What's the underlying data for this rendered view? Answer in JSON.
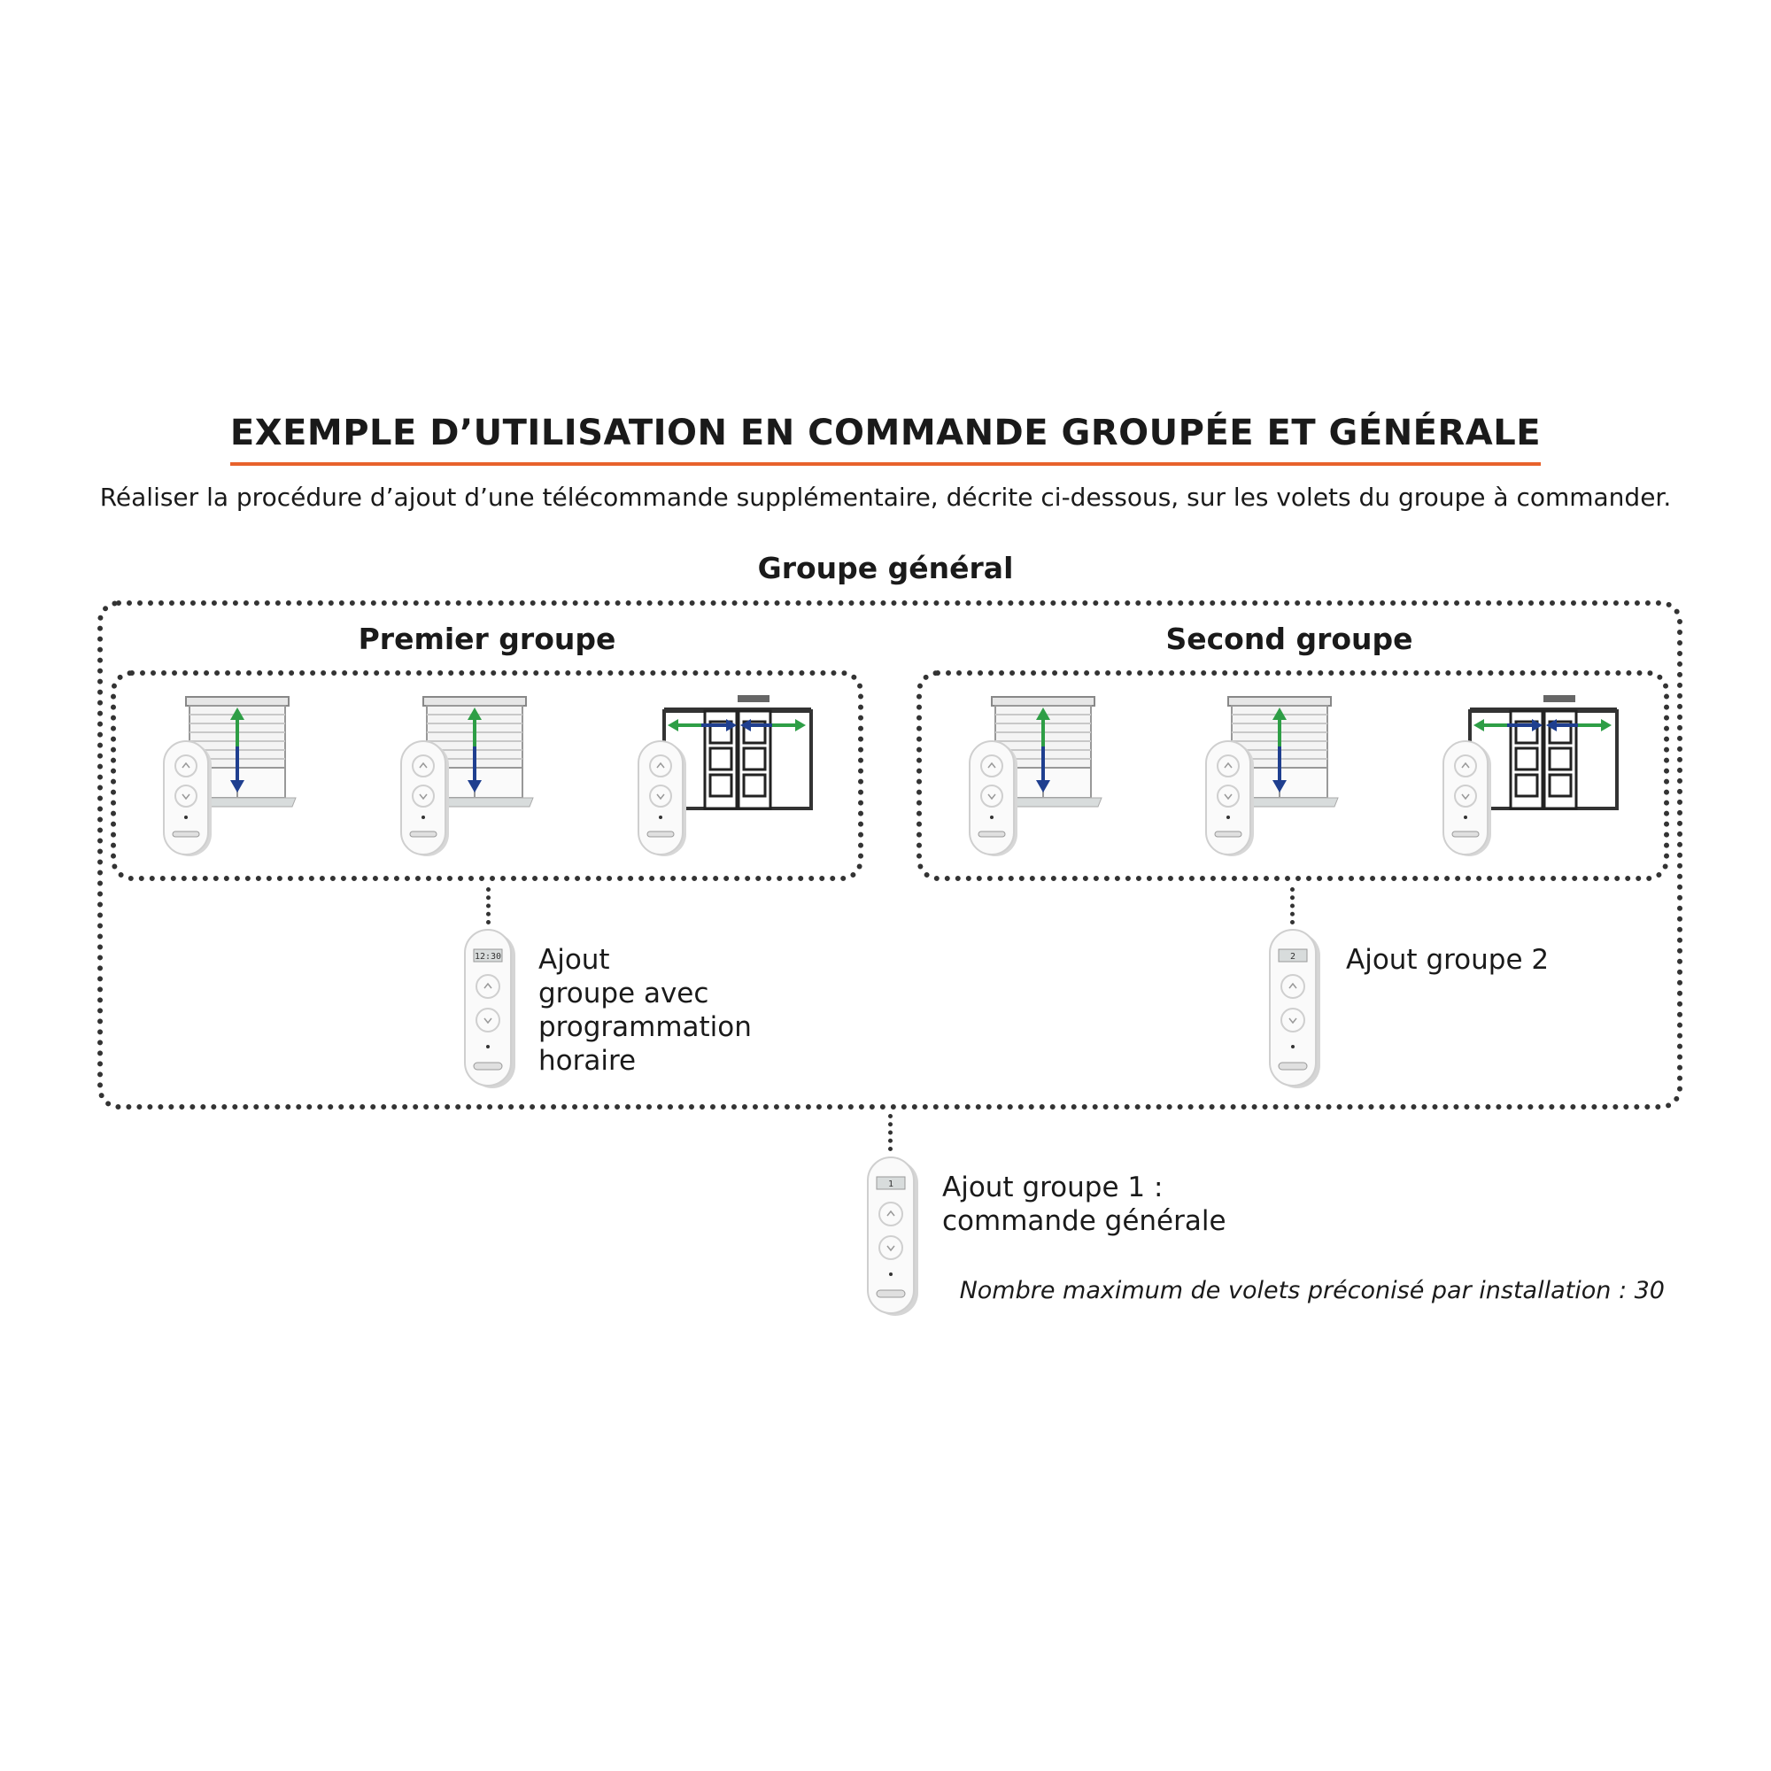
{
  "header": {
    "title": "EXEMPLE D’UTILISATION EN COMMANDE GROUPÉE ET GÉNÉRALE",
    "subtitle": "Réaliser la procédure d’ajout d’une télécommande supplémentaire, décrite ci-dessous, sur les volets du groupe à commander."
  },
  "diagram": {
    "general_group_title": "Groupe général",
    "first_group_title": "Premier groupe",
    "second_group_title": "Second groupe",
    "remote_group_timer": {
      "screen": "12:30",
      "label_lines": [
        "Ajout",
        "groupe avec",
        "programmation",
        "horaire"
      ]
    },
    "remote_group_2": {
      "screen": "2",
      "label": "Ajout groupe 2"
    },
    "remote_group_1": {
      "screen": "1",
      "label_lines": [
        "Ajout groupe 1 :",
        "commande générale"
      ]
    },
    "note": "Nombre maximum de volets préconisé par installation : 30"
  },
  "colors": {
    "accent": "#e8622c",
    "arrow_up": "#2e9e46",
    "arrow_down": "#1f3f8f",
    "dotted": "#333333"
  }
}
